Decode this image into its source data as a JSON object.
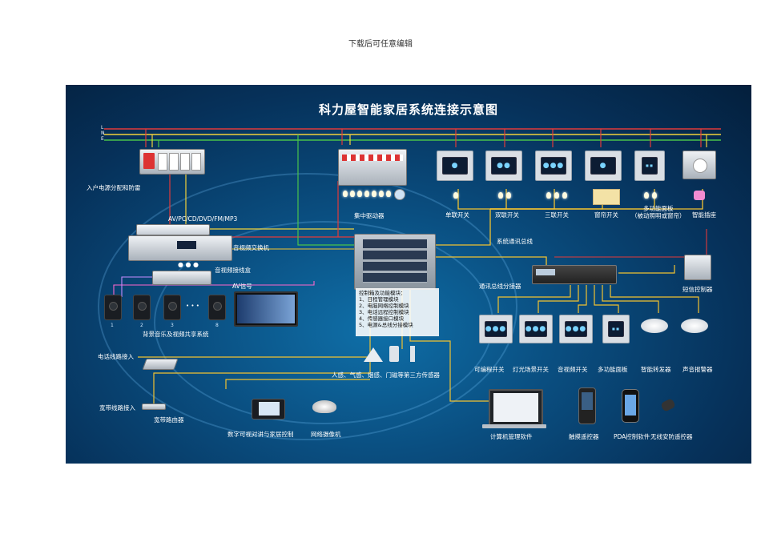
{
  "page": {
    "header_text": "下载后可任意编辑"
  },
  "diagram": {
    "title": "科力屋智能家居系统连接示意图",
    "power_lines": [
      "L",
      "N",
      "E"
    ],
    "labels": {
      "power_entry": "入户电源分配和防雷",
      "av_sources": "AV/PC/CD/DVD/FM/MP3",
      "av_switch": "音视频交换机",
      "av_junction": "音视频接线盒",
      "av_signal": "AV信号",
      "background_music": "背景音乐及视频共享系统",
      "phone_line": "电话线路接入",
      "broadband": "宽带线路接入",
      "router": "宽带路由器",
      "intercom": "数字可视对讲与家居控制",
      "network_camera": "网络摄像机",
      "central_driver": "集中驱动器",
      "bus": "系统通讯总线",
      "bus_splitter": "通讯总线分接器",
      "sms_controller": "短信控制器",
      "sensors": "人感、气感、烟感、门磁等第三方传感器",
      "computer": "计算机管理软件",
      "touch_remote": "触摸遥控器",
      "pda": "PDA控制软件",
      "wireless_remote": "无线安防遥控器"
    },
    "switches_top": [
      "单联开关",
      "双联开关",
      "三联开关",
      "窗帘开关",
      "多功能面板\n（被动照明或窗帘）",
      "智能插座"
    ],
    "switches_bottom": [
      "可编程开关",
      "灯光场景开关",
      "音视频开关",
      "多功能面板",
      "智能转发器",
      "声音报警器"
    ],
    "speaker_numbers": [
      "1",
      "2",
      "3",
      "8"
    ],
    "control_box": {
      "heading": "控制箱及功能模块：",
      "modules": [
        "1、日程管理模块",
        "2、电脑网络控制模块",
        "3、电话远程控制模块",
        "4、传感器接口模块",
        "5、电源&总线分接模块"
      ]
    },
    "colors": {
      "L": "#e23a3a",
      "N": "#f2d23a",
      "E": "#49c24b",
      "bus": "#f2c230",
      "av": "#ff66cc",
      "stage": "#0a4e80"
    }
  }
}
